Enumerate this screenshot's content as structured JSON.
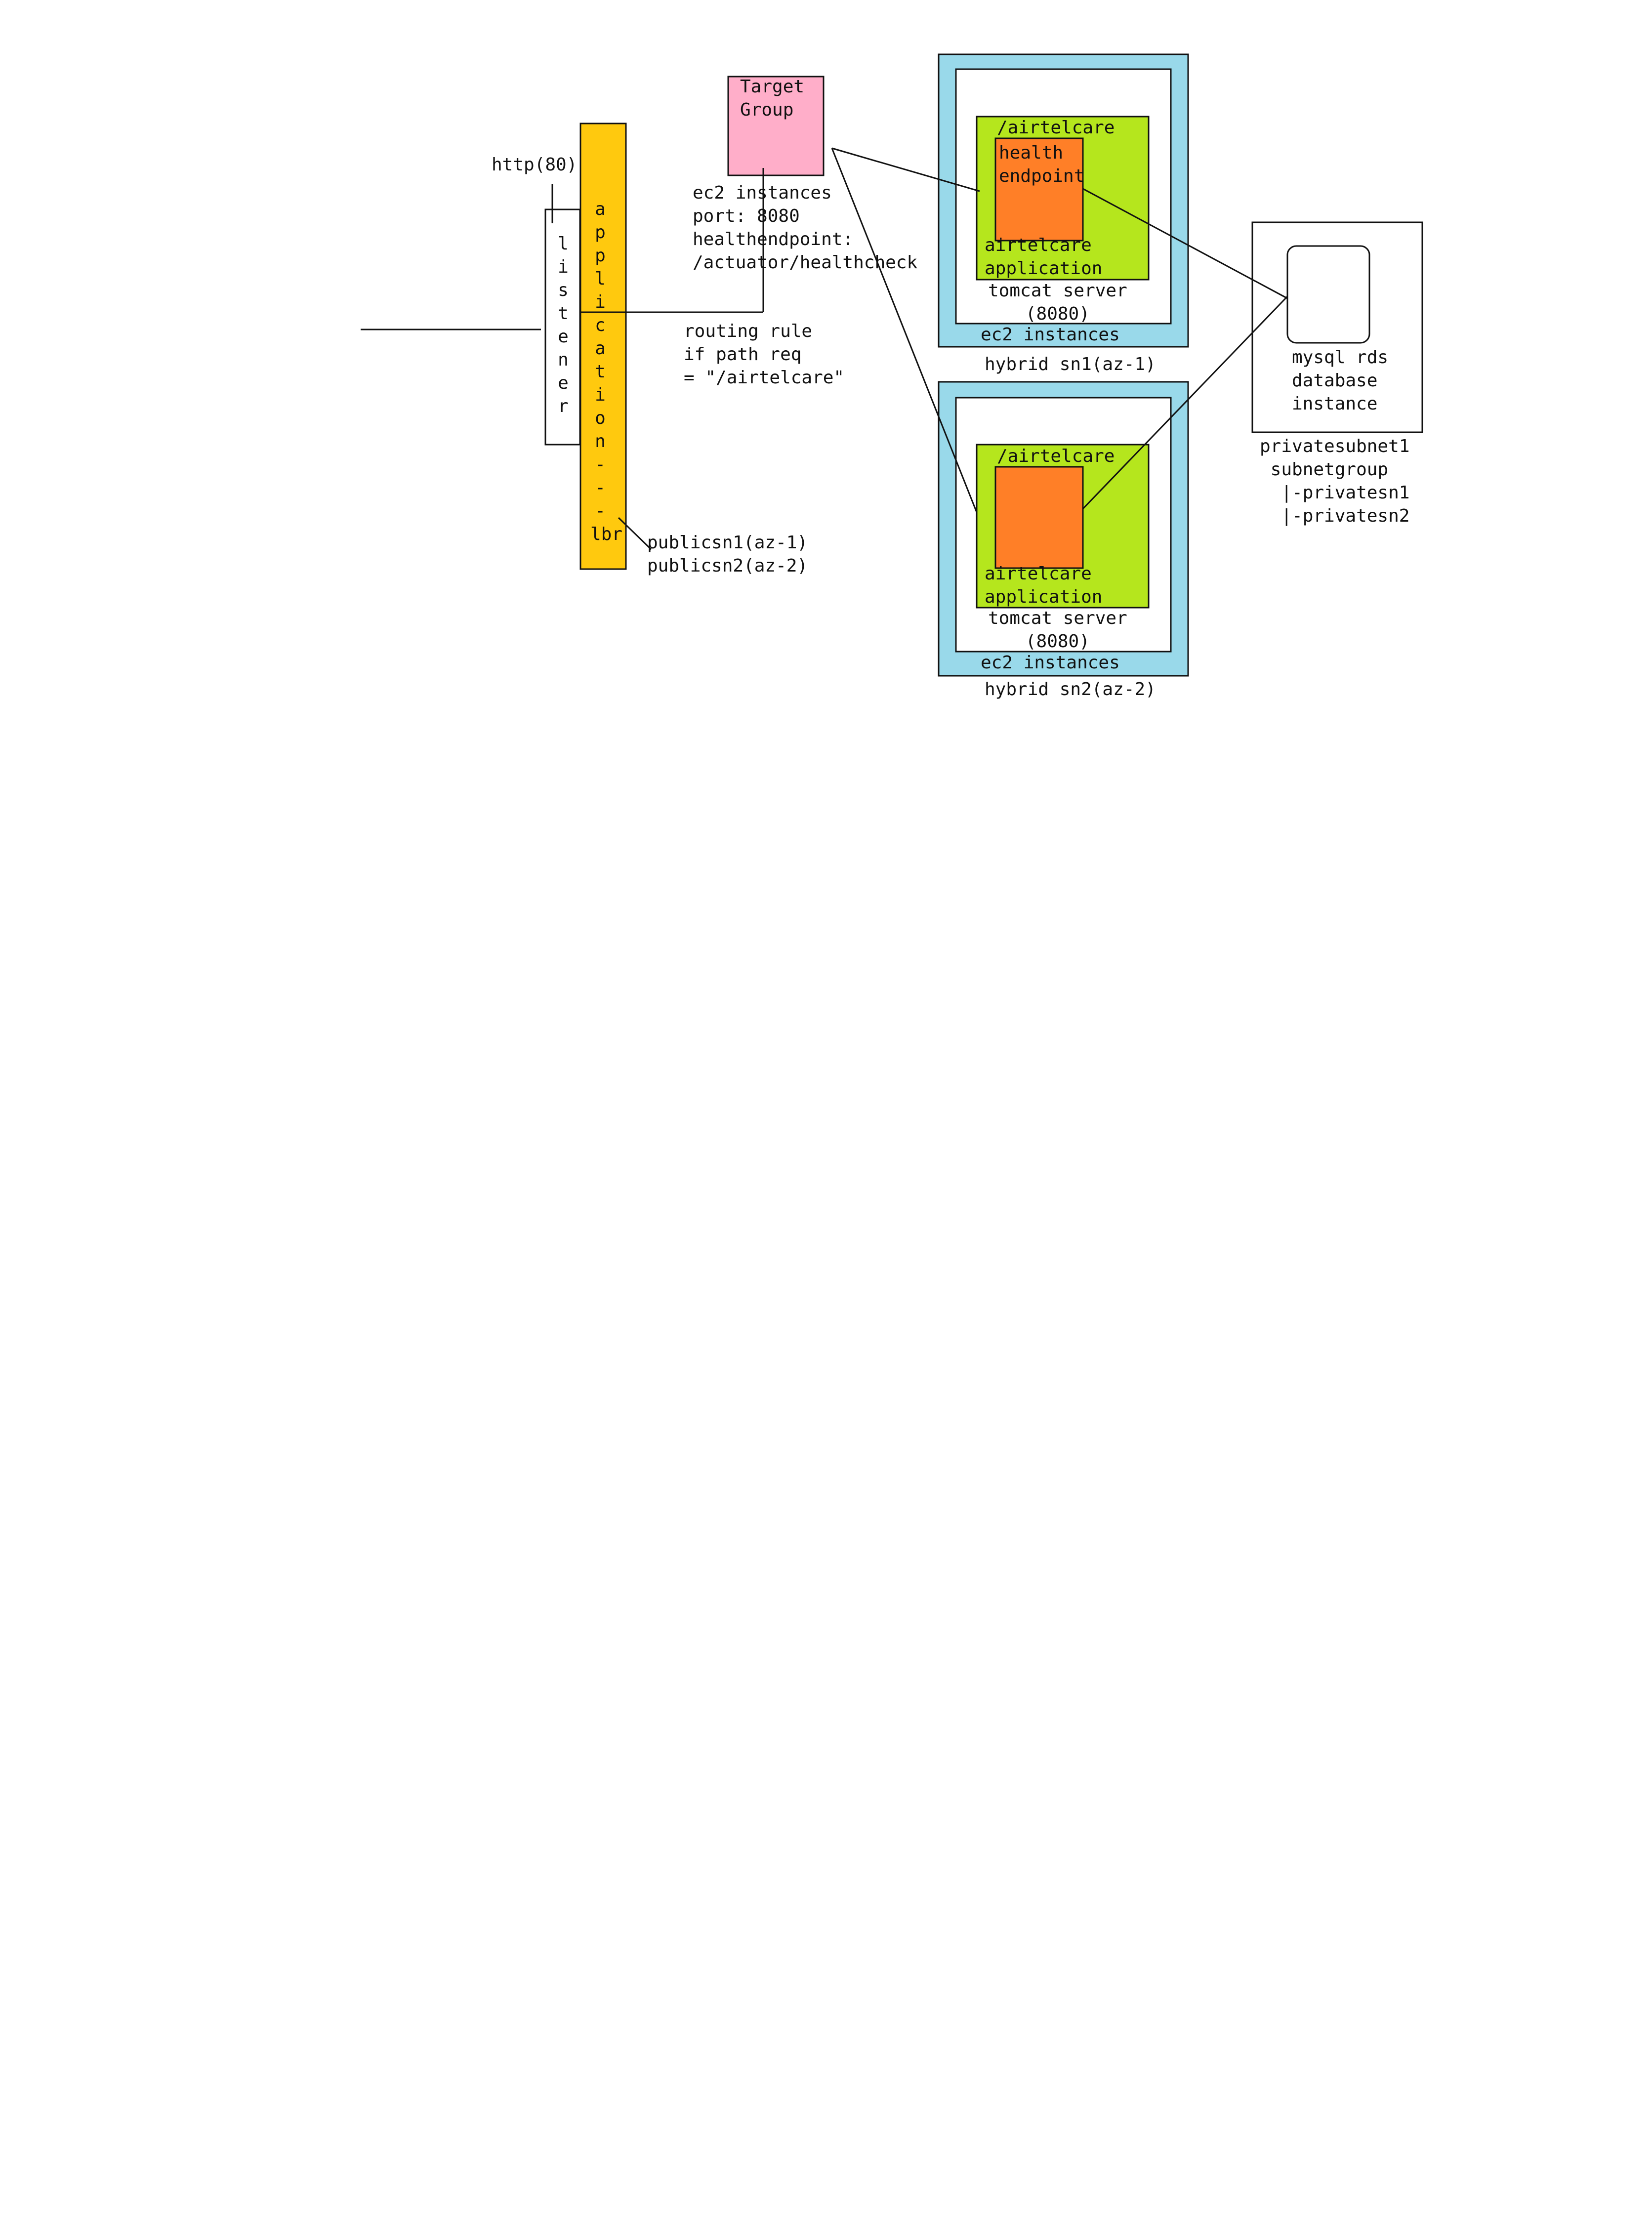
{
  "colors": {
    "lb_fill": "#FFC90E",
    "target_group_fill": "#FFAEC9",
    "ec2_border": "#99D9EA",
    "app_fill": "#B5E61D",
    "health_fill": "#FF7F27",
    "line": "#111111"
  },
  "listener": {
    "port_label": "http(80)",
    "label": "l\ni\ns\nt\ne\nn\ne\nr"
  },
  "load_balancer": {
    "label": "a\np\np\nl\ni\nc\na\nt\ni\no\nn\n---\nlbr",
    "subnets": "publicsn1(az-1)\npublicsn2(az-2)"
  },
  "target_group": {
    "label": "Target\nGroup",
    "details": "ec2 instances\nport: 8080\nhealthendpoint:\n/actuator/healthcheck"
  },
  "routing_rule": "routing rule\nif path req\n= \"/airtelcare\"",
  "subnet1": {
    "path": "/airtelcare",
    "health": "health\nendpoint",
    "app": "airtelcare\napplication",
    "server": "tomcat server\n(8080)",
    "ec2": "ec2 instances",
    "subnet": "hybrid sn1(az-1)"
  },
  "subnet2": {
    "path": "/airtelcare",
    "app": "airtelcare\napplication",
    "server": "tomcat server\n(8080)",
    "ec2": "ec2 instances",
    "subnet": "hybrid sn2(az-2)"
  },
  "database": {
    "label": "mysql rds\ndatabase\ninstance",
    "subnet_group": "privatesubnet1\n subnetgroup\n  |-privatesn1\n  |-privatesn2"
  }
}
